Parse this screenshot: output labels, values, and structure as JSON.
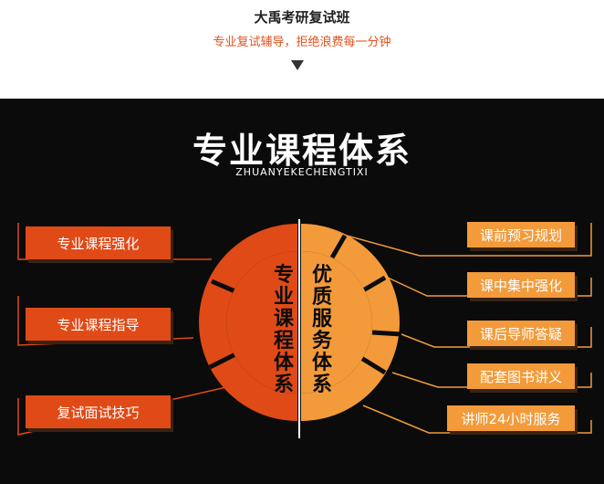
{
  "header": {
    "title": "大禹考研复试班",
    "subtitle": "专业复试辅导，拒绝浪费每一分钟"
  },
  "poster": {
    "title": "专业课程体系",
    "subtitle": "ZHUANYEKECHENGTIXI",
    "left_items": [
      "专业课程强化",
      "专业课程指导",
      "复试面试技巧"
    ],
    "right_items": [
      "课前预习规划",
      "课中集中强化",
      "课后导师答疑",
      "配套图书讲义",
      "讲师24小时服务"
    ],
    "ring_left_text": "专业课程体系",
    "ring_right_text": "优质服务体系"
  },
  "colors": {
    "orange_red": "#e04a17",
    "orange": "#f39b3a",
    "subtitle_red": "#e2531f",
    "background": "#0b0b0b"
  },
  "icons": {
    "down_arrow": "down-triangle-icon"
  }
}
